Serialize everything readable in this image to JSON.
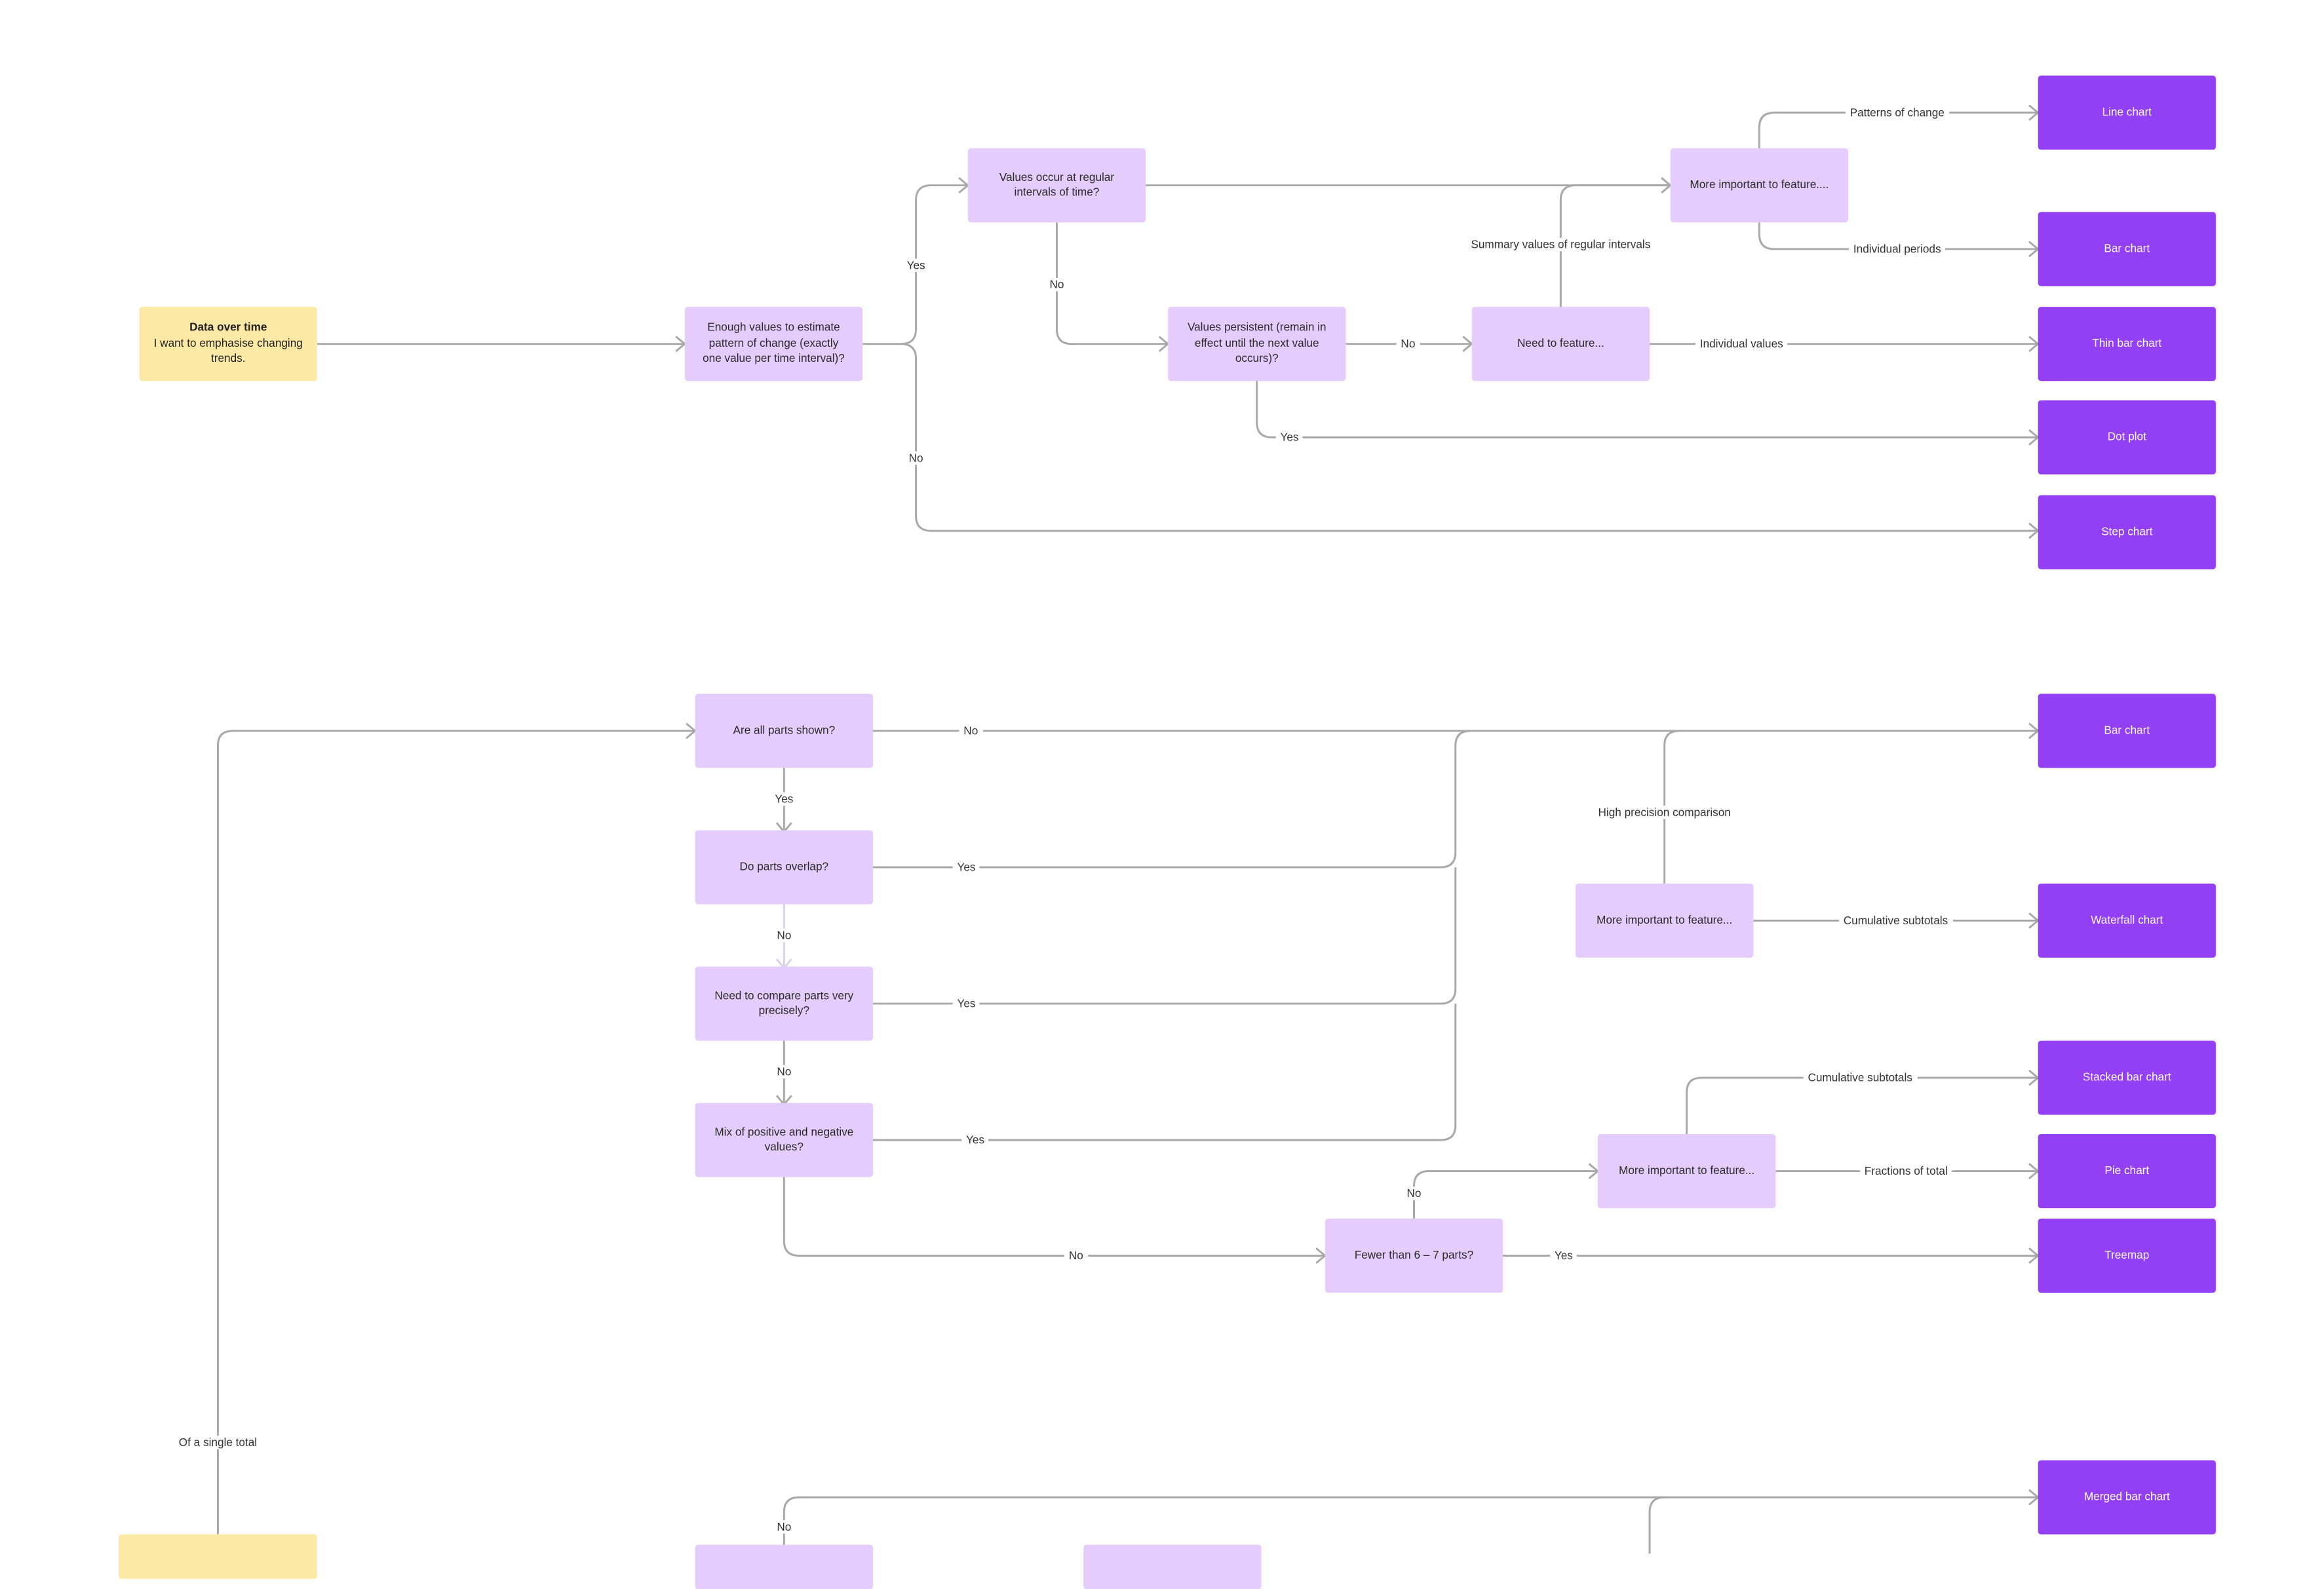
{
  "starts": {
    "data_over_time": {
      "title": "Data over time",
      "subtitle": "I want to emphasise changing trends."
    },
    "parts_of_whole": {
      "title": ""
    }
  },
  "questions": {
    "enough_values": "Enough values to estimate pattern of change (exactly one value per time interval)?",
    "regular_intervals": "Values occur at regular intervals of time?",
    "values_persistent": "Values persistent (remain in effect until the next value occurs)?",
    "need_to_feature": "Need to feature...",
    "more_important_top": "More important to feature....",
    "all_parts_shown": "Are all parts shown?",
    "parts_overlap": "Do parts overlap?",
    "compare_precisely": "Need to compare parts very precisely?",
    "mix_pos_neg": "Mix of positive and negative values?",
    "fewer_parts": "Fewer than 6 – 7 parts?",
    "more_important_mid": "More important to feature...",
    "more_important_low": "More important to feature..."
  },
  "results": {
    "line_chart": "Line chart",
    "bar_chart_top": "Bar chart",
    "thin_bar_chart": "Thin bar chart",
    "dot_plot": "Dot plot",
    "step_chart": "Step chart",
    "bar_chart_mid": "Bar chart",
    "waterfall_chart": "Waterfall chart",
    "stacked_bar_chart": "Stacked bar chart",
    "pie_chart": "Pie chart",
    "treemap": "Treemap",
    "merged_bar_chart": "Merged bar chart"
  },
  "labels": {
    "yes": "Yes",
    "no": "No",
    "patterns_of_change": "Patterns of change",
    "individual_periods": "Individual periods",
    "summary_values": "Summary values of regular intervals",
    "individual_values": "Individual values",
    "high_precision": "High precision comparison",
    "cumulative_subtotals": "Cumulative subtotals",
    "fractions_of_total": "Fractions of total",
    "of_single_total": "Of a single total"
  },
  "colors": {
    "start_node": "#fde9a6",
    "question_node": "#e4cdfc",
    "result_node": "#9340f5",
    "connector": "#a8a8a8"
  }
}
